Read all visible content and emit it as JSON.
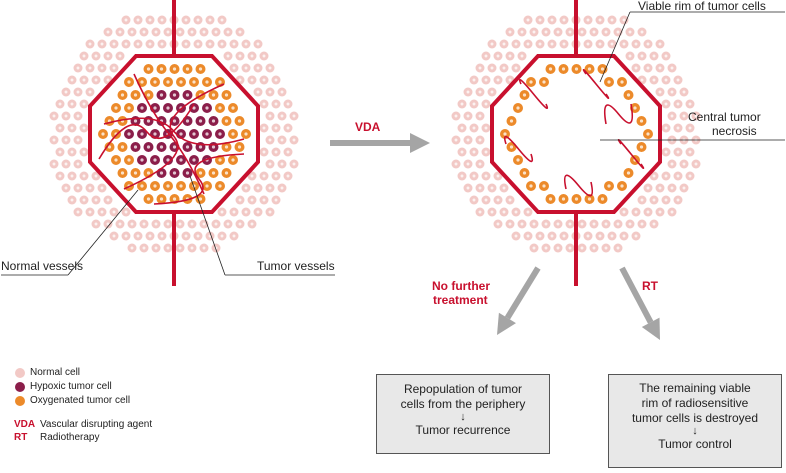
{
  "labels": {
    "viable_rim": "Viable rim of tumor cells",
    "central_necrosis_1": "Central tumor",
    "central_necrosis_2": "necrosis",
    "normal_vessels": "Normal vessels",
    "tumor_vessels": "Tumor vessels",
    "vda_arrow": "VDA",
    "no_further_1": "No further",
    "no_further_2": "treatment",
    "rt_arrow": "RT"
  },
  "boxes": {
    "left": {
      "line1": "Repopulation of tumor",
      "line2": "cells from the periphery",
      "arrow": "↓",
      "line3": "Tumor recurrence"
    },
    "right": {
      "line1": "The remaining viable",
      "line2": "rim of radiosensitive",
      "line3": "tumor cells is destroyed",
      "arrow": "↓",
      "line4": "Tumor control"
    }
  },
  "legend": {
    "normal": "Normal cell",
    "hypoxic": "Hypoxic tumor cell",
    "oxygenated": "Oxygenated tumor cell",
    "vda_abbr": "VDA",
    "vda_full": "Vascular disrupting agent",
    "rt_abbr": "RT",
    "rt_full": "Radiotherapy"
  },
  "colors": {
    "normal_cell": "#f2c9c6",
    "hypoxic_cell": "#8b1e4a",
    "oxygenated_cell": "#ec8a2a",
    "vessel_red": "#c8102e",
    "arrow_gray": "#a5a5a5"
  }
}
